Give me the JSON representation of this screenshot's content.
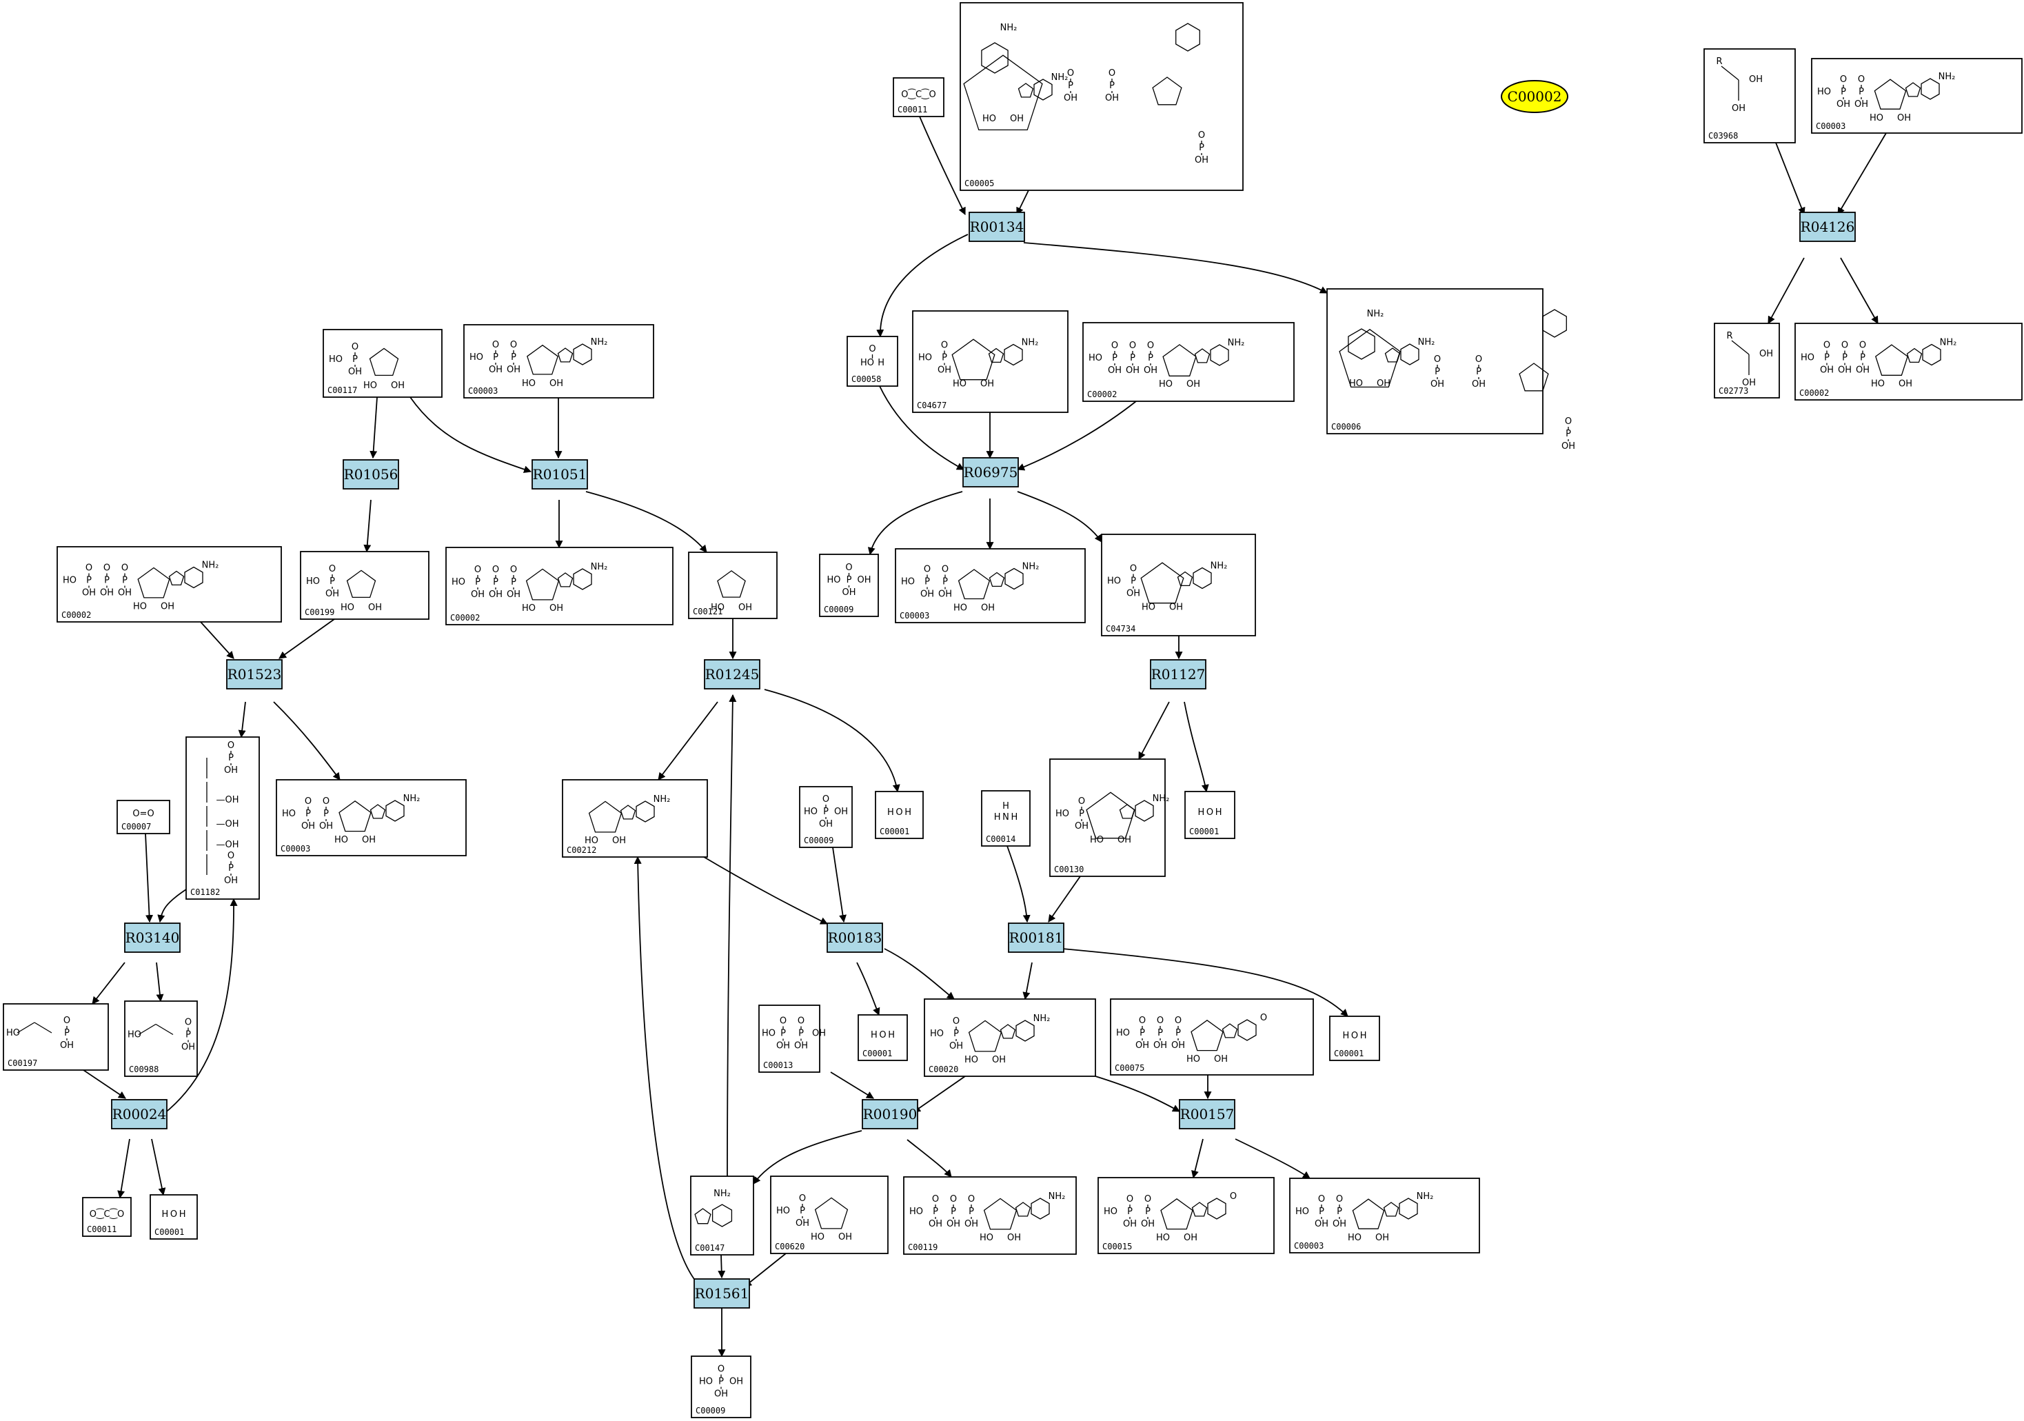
{
  "reactions": [
    {
      "id": "R00134",
      "label": "R00134"
    },
    {
      "id": "R04126",
      "label": "R04126"
    },
    {
      "id": "R01056",
      "label": "R01056"
    },
    {
      "id": "R01051",
      "label": "R01051"
    },
    {
      "id": "R06975",
      "label": "R06975"
    },
    {
      "id": "R01523",
      "label": "R01523"
    },
    {
      "id": "R01245",
      "label": "R01245"
    },
    {
      "id": "R01127",
      "label": "R01127"
    },
    {
      "id": "R03140",
      "label": "R03140"
    },
    {
      "id": "R00183",
      "label": "R00183"
    },
    {
      "id": "R00181",
      "label": "R00181"
    },
    {
      "id": "R00024",
      "label": "R00024"
    },
    {
      "id": "R00190",
      "label": "R00190"
    },
    {
      "id": "R00157",
      "label": "R00157"
    },
    {
      "id": "R01561",
      "label": "R01561"
    }
  ],
  "compounds": [
    {
      "id": "c_c00011_top",
      "label": "C00011",
      "mol": "co2"
    },
    {
      "id": "c_c00005",
      "label": "C00005",
      "mol": "nadph"
    },
    {
      "id": "c_c03968",
      "label": "C03968",
      "mol": "glyceroate"
    },
    {
      "id": "c_c00003_top",
      "label": "C00003",
      "mol": "nucleotide-di"
    },
    {
      "id": "c_c02773",
      "label": "C02773",
      "mol": "glyceroate"
    },
    {
      "id": "c_c00002_topright",
      "label": "C00002",
      "mol": "nucleotide-tri"
    },
    {
      "id": "c_c00117",
      "label": "C00117",
      "mol": "ribose-p"
    },
    {
      "id": "c_c00003_a",
      "label": "C00003",
      "mol": "nucleotide-di"
    },
    {
      "id": "c_c00058",
      "label": "C00058",
      "mol": "formate"
    },
    {
      "id": "c_c04677",
      "label": "C04677",
      "mol": "aica"
    },
    {
      "id": "c_c00002_mid",
      "label": "C00002",
      "mol": "nucleotide-tri"
    },
    {
      "id": "c_c00006",
      "label": "C00006",
      "mol": "nadp"
    },
    {
      "id": "c_c00002_left",
      "label": "C00002",
      "mol": "nucleotide-tri"
    },
    {
      "id": "c_c00199",
      "label": "C00199",
      "mol": "ribulose"
    },
    {
      "id": "c_c00002_b",
      "label": "C00002",
      "mol": "nucleotide-tri"
    },
    {
      "id": "c_c00121",
      "label": "C00121",
      "mol": "ribose"
    },
    {
      "id": "c_c00009_a",
      "label": "C00009",
      "mol": "phosphate"
    },
    {
      "id": "c_c00003_b",
      "label": "C00003",
      "mol": "nucleotide-di"
    },
    {
      "id": "c_c04734",
      "label": "C04734",
      "mol": "faica"
    },
    {
      "id": "c_c01182",
      "label": "C01182",
      "mol": "rubp"
    },
    {
      "id": "c_c00007",
      "label": "C00007",
      "mol": "o2"
    },
    {
      "id": "c_c00003_c",
      "label": "C00003",
      "mol": "nucleotide-di"
    },
    {
      "id": "c_c00212",
      "label": "C00212",
      "mol": "adenosine"
    },
    {
      "id": "c_c00009_b",
      "label": "C00009",
      "mol": "phosphate"
    },
    {
      "id": "c_c00001_a",
      "label": "C00001",
      "mol": "water"
    },
    {
      "id": "c_c00014",
      "label": "C00014",
      "mol": "ammonia"
    },
    {
      "id": "c_c00130",
      "label": "C00130",
      "mol": "imp"
    },
    {
      "id": "c_c00001_b",
      "label": "C00001",
      "mol": "water"
    },
    {
      "id": "c_c00197",
      "label": "C00197",
      "mol": "pga"
    },
    {
      "id": "c_c00988",
      "label": "C00988",
      "mol": "glycolate-p"
    },
    {
      "id": "c_c00001_c",
      "label": "C00001",
      "mol": "water"
    },
    {
      "id": "c_c00020",
      "label": "C00020",
      "mol": "amp"
    },
    {
      "id": "c_c00075",
      "label": "C00075",
      "mol": "utp"
    },
    {
      "id": "c_c00001_d",
      "label": "C00001",
      "mol": "water"
    },
    {
      "id": "c_c00013",
      "label": "C00013",
      "mol": "ppi"
    },
    {
      "id": "c_c00011_b",
      "label": "C00011",
      "mol": "co2"
    },
    {
      "id": "c_c00001_e",
      "label": "C00001",
      "mol": "water"
    },
    {
      "id": "c_c00147",
      "label": "C00147",
      "mol": "adenine"
    },
    {
      "id": "c_c00620",
      "label": "C00620",
      "mol": "ribose-1p"
    },
    {
      "id": "c_c00119",
      "label": "C00119",
      "mol": "prpp"
    },
    {
      "id": "c_c00015",
      "label": "C00015",
      "mol": "udp"
    },
    {
      "id": "c_c00003_d",
      "label": "C00003",
      "mol": "nucleotide-di"
    },
    {
      "id": "c_c00009_c",
      "label": "C00009",
      "mol": "phosphate"
    }
  ],
  "highlight": {
    "label": "C00002",
    "color": "#ffff00"
  },
  "colors": {
    "reaction_fill": "#add8e6",
    "compound_fill": "#ffffff",
    "edge": "#000000"
  }
}
